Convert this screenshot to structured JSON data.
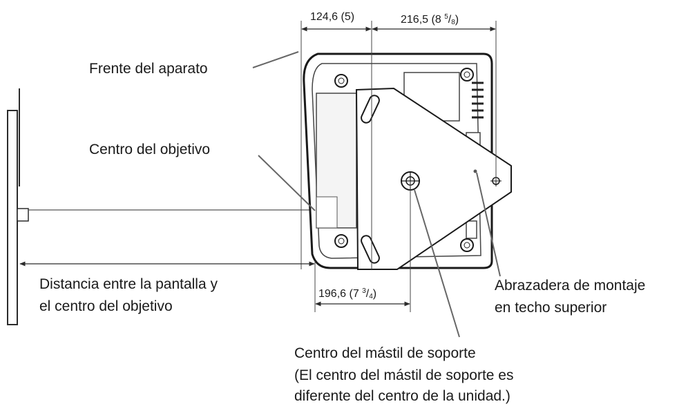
{
  "labels": {
    "front": "Frente del aparato",
    "lens_center": "Centro del objetivo",
    "distance_line1": "Distancia entre la pantalla y",
    "distance_line2": "el centro del objetivo",
    "bracket_line1": "Abrazadera de montaje",
    "bracket_line2": "en techo superior",
    "mast_line1": "Centro del mástil de soporte",
    "mast_line2": "(El centro del mástil de soporte es",
    "mast_line3": "diferente del centro de la unidad.)"
  },
  "dimensions": {
    "d1": {
      "mm": "124,6",
      "inch": "5"
    },
    "d2": {
      "mm": "216,5",
      "inch_whole": "8",
      "inch_num": "5",
      "inch_den": "8"
    },
    "d3": {
      "mm": "196,6",
      "inch_whole": "7",
      "inch_num": "3",
      "inch_den": "4"
    }
  },
  "colors": {
    "line": "#2b2b2b",
    "leader": "#555555",
    "fill_light": "#f4f4f4"
  }
}
